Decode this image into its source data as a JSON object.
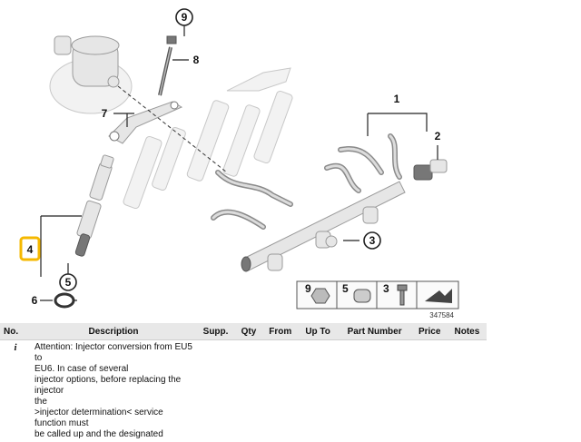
{
  "diagram": {
    "callouts": [
      {
        "id": "callout-1",
        "label": "1"
      },
      {
        "id": "callout-2",
        "label": "2"
      },
      {
        "id": "callout-3",
        "label": "3"
      },
      {
        "id": "callout-4",
        "label": "4",
        "highlighted": true
      },
      {
        "id": "callout-5",
        "label": "5"
      },
      {
        "id": "callout-6",
        "label": "6"
      },
      {
        "id": "callout-7",
        "label": "7"
      },
      {
        "id": "callout-8",
        "label": "8"
      },
      {
        "id": "callout-9",
        "label": "9"
      }
    ],
    "legend_labels": [
      "9",
      "5",
      "3"
    ],
    "image_number": "347584",
    "highlight_color": "#f5b800"
  },
  "table": {
    "headers": {
      "no": "No.",
      "description": "Description",
      "supp": "Supp.",
      "qty": "Qty",
      "from": "From",
      "up_to": "Up To",
      "part_number": "Part Number",
      "price": "Price",
      "notes": "Notes"
    },
    "rows": [
      {
        "no": "i",
        "description_lines": [
          "Attention: Injector conversion from EU5",
          "to",
          "EU6. In case of several",
          "injector options, before replacing the",
          "injector",
          "the",
          ">injector determination< service",
          "function must",
          "be called up and the designated"
        ]
      }
    ]
  }
}
